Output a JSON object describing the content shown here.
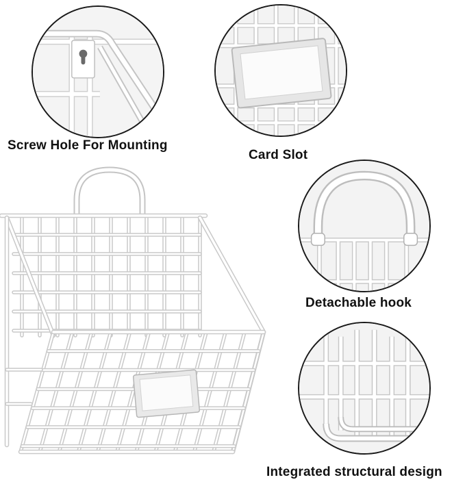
{
  "captions": {
    "screw_hole": "Screw Hole For Mounting",
    "card_slot": "Card Slot",
    "hook": "Detachable hook",
    "structure": "Integrated structural design"
  },
  "colors": {
    "wire": "#ffffff",
    "wire_shadow": "#c9c9c9",
    "circle_border": "#1a1a1a",
    "circle_bg": "#f2f2f2",
    "text": "#111111"
  }
}
